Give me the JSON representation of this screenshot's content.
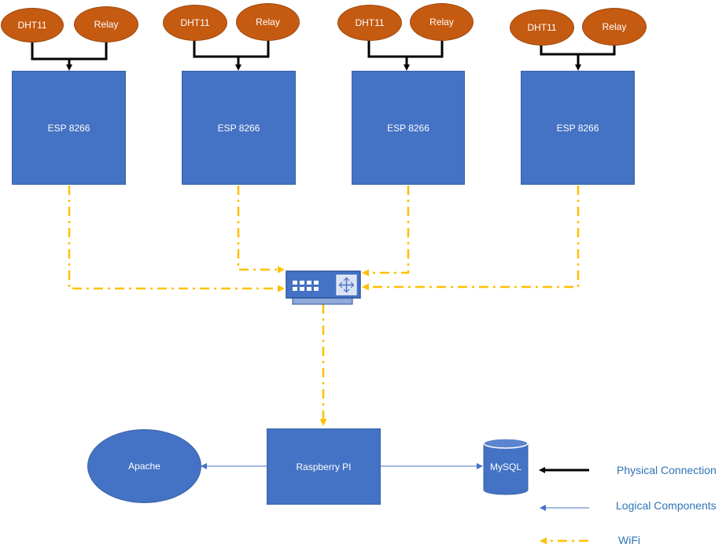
{
  "colors": {
    "sensor": "#c55a11",
    "node": "#4472c4",
    "wifi": "#ffc000",
    "physical": "#000000",
    "logical": "#4472c4",
    "legend_text": "#2e75b6"
  },
  "nodes": [
    {
      "dht_label": "DHT11",
      "relay_label": "Relay",
      "esp_label": "ESP 8266"
    },
    {
      "dht_label": "DHT11",
      "relay_label": "Relay",
      "esp_label": "ESP 8266"
    },
    {
      "dht_label": "DHT11",
      "relay_label": "Relay",
      "esp_label": "ESP 8266"
    },
    {
      "dht_label": "DHT11",
      "relay_label": "Relay",
      "esp_label": "ESP 8266"
    }
  ],
  "router": {
    "icon": "network-switch-icon"
  },
  "server": {
    "label": "Raspberry PI"
  },
  "web": {
    "label": "Apache"
  },
  "database": {
    "label": "MySQL",
    "icon": "database-cylinder-icon"
  },
  "legend": {
    "physical": "Physical Connection",
    "logical": "Logical Components",
    "wifi": "WiFi"
  }
}
